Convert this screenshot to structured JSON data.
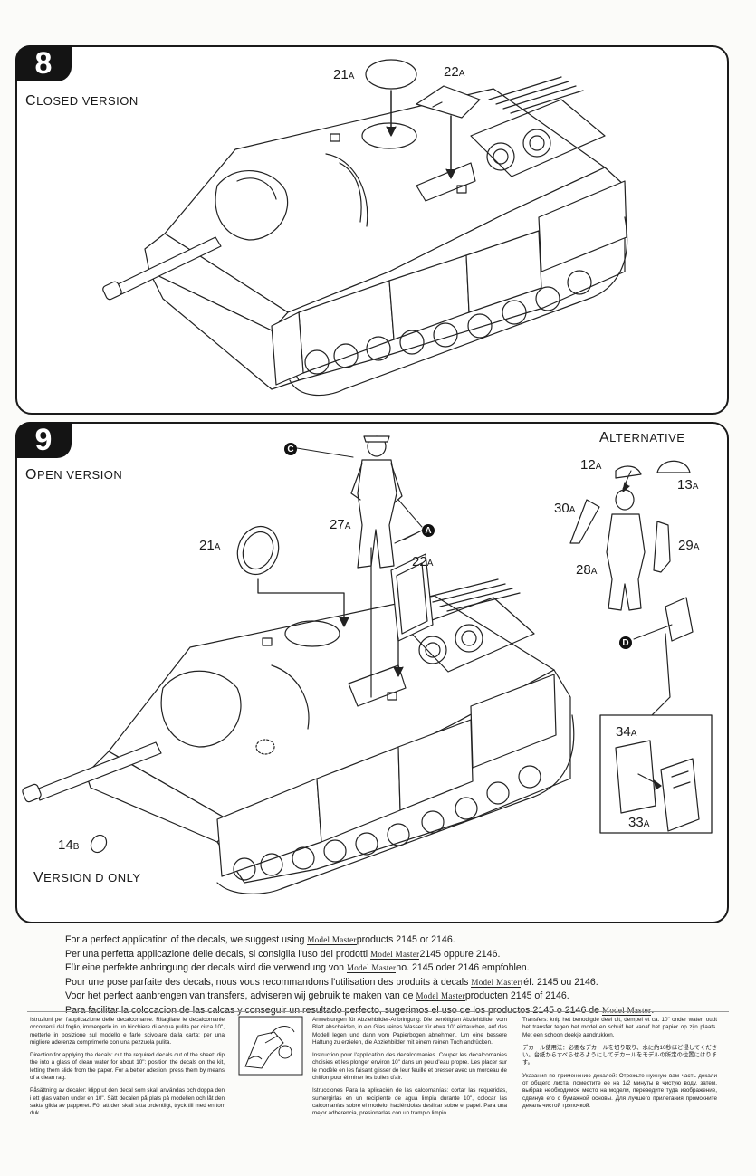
{
  "step8": {
    "number": "8",
    "title": "Closed Version",
    "parts": {
      "p21": "21",
      "p21_suffix": "A",
      "p22": "22",
      "p22_suffix": "A"
    }
  },
  "step9": {
    "number": "9",
    "title": "Open Version",
    "alternative": "Alternative",
    "version_d": "Version D Only",
    "callouts": {
      "c": "C",
      "a": "A",
      "d": "D"
    },
    "parts": {
      "p27": "27",
      "p27_suffix": "A",
      "p21": "21",
      "p21_suffix": "A",
      "p22": "22",
      "p22_suffix": "A",
      "p12": "12",
      "p12_suffix": "A",
      "p13": "13",
      "p13_suffix": "A",
      "p30": "30",
      "p30_suffix": "A",
      "p29": "29",
      "p29_suffix": "A",
      "p28": "28",
      "p28_suffix": "A",
      "p34": "34",
      "p34_suffix": "A",
      "p33": "33",
      "p33_suffix": "A",
      "p14": "14",
      "p14_suffix": "B"
    }
  },
  "brand": "Model Master",
  "recommendations": [
    {
      "pre": "For a perfect application of the decals, we suggest using ",
      "post": "products 2145 or 2146."
    },
    {
      "pre": "Per una perfetta applicazione delle decals, si consiglia  l'uso dei prodotti ",
      "post": "2145 oppure 2146."
    },
    {
      "pre": "Für eine perfekte anbringung der decals wird die verwendung von ",
      "post": "no. 2145 oder 2146 empfohlen."
    },
    {
      "pre": "Pour une pose parfaite des decals, nous vous recommandons l'utilisation des produits à decals ",
      "post": "réf. 2145 ou 2146."
    },
    {
      "pre": "Voor het perfect aanbrengen van transfers, adviseren wij gebruik te maken van de ",
      "post": "producten 2145 of 2146."
    },
    {
      "pre": "Para facilitar la colocacion de las calcas y conseguir un resultado perfecto, sugerimos el uso de los productos 2145 o 2146 de ",
      "post": "."
    }
  ],
  "instructions": {
    "col1": [
      "Istruzioni per l'applicazione delle decalcomanie. Ritagliare le decalcomanie occorrenti dal foglio, immergerle in un bicchiere di acqua pulita per circa 10\", metterle in posizione sul modello e farle scivolare dalla carta: per una migliore aderenza comprimerle con una pezzuola pulita.",
      "Direction for applying the decals: cut the required decals out of the sheet: dip the into a glass of clean water for about 10\": position the decals on the kit, letting them slide from the paper. For a better adesion, press them by means of a clean rag.",
      "Påsättning av decaler: klipp ut den decal som skall användas och doppa den i ett glas vatten under en 10\". Sätt decalen på plats på modellen och låt den sakta glida av papperet. För att den skall sitta ordentligt, tryck till med en torr duk."
    ],
    "col2": [
      "Anweisungen für Abziehbilder-Anbringung: Die benötigten Abziehbilder vom Blatt abscheiden, in ein Glas reines Wasser für etwa 10\" eintauchen, auf das Modell legen und dann vom Papierbogen abnehmen. Um eine bessere Haftung zu erzielen, die Abziehbilder mit einem reinen Tuch andrücken.",
      "Instruction pour l'application des decalcomanies. Couper les décalcomanies choisies et les plonger environ 10\" dans un peu d'eau propre. Les placer sur le modèle en les faisant glisser de leur feuille et presser avec un morceau de chiffon pour éliminer les bulles d'air.",
      "Istrucciones Para la aplicación de las calcomanías: cortar las requeridas, sumergirlas en un recipiente de agua limpia durante 10\", colocar las calcomanías sobre el modelo, haciéndolas deslizar sobre el papel. Para una mejor adherencia, presionarlas con un trampio limpio."
    ],
    "col3": [
      "Transfers: knip het benodigde deel uit, dempel et ca. 10\" onder water, oudt het transfer tegen het model en schuif het vanaf het papier op zijn plaats. Met een schoon doekje aandrukken.",
      "デカール使用法：必要なデカールを切り取り、水に約10秒ほど浸してください。台紙からすべらせるようにしてデカールをモデルの所定の位置にはります。",
      "Указания по применению декалей: Отрежьте нужную вам часть декали от общего листа, поместите ее на 1/2 минуты в чистую воду, затем, выбрав необходимое место на модели, переведите туда изображение, сдвинув его с бумажной основы. Для лучшего прилегания промокните декаль чистой тряпочкой."
    ]
  }
}
